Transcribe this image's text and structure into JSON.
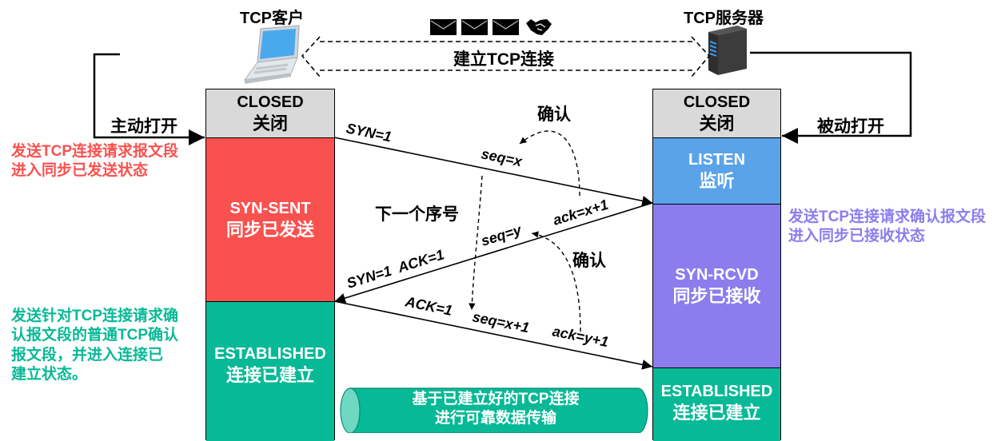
{
  "client": {
    "title": "TCP客户",
    "icon": "laptop-icon"
  },
  "server": {
    "title": "TCP服务器",
    "icon": "server-icon"
  },
  "connection": {
    "label": "建立TCP连接",
    "icons": [
      "envelope-icon",
      "envelope-icon",
      "envelope-icon",
      "handshake-icon"
    ]
  },
  "client_open_label": "主动打开",
  "server_open_label": "被动打开",
  "client_states": [
    {
      "en": "CLOSED",
      "zh": "关闭",
      "color": "#d9d9d9"
    },
    {
      "en": "SYN-SENT",
      "zh": "同步已发送",
      "color": "#f9514f"
    },
    {
      "en": "ESTABLISHED",
      "zh": "连接已建立",
      "color": "#07b996"
    }
  ],
  "server_states": [
    {
      "en": "CLOSED",
      "zh": "关闭",
      "color": "#d9d9d9"
    },
    {
      "en": "LISTEN",
      "zh": "监听",
      "color": "#5ba3e8"
    },
    {
      "en": "SYN-RCVD",
      "zh": "同步已接收",
      "color": "#8b7ded"
    },
    {
      "en": "ESTABLISHED",
      "zh": "连接已建立",
      "color": "#07b996"
    }
  ],
  "notes": {
    "client_syn": {
      "lines": [
        "发送TCP连接请求报文段",
        "进入同步已发送状态"
      ],
      "color": "#f9514f"
    },
    "server_synack": {
      "lines": [
        "发送TCP连接请求确认报文段",
        "进入同步已接收状态"
      ],
      "color": "#8b7ded"
    },
    "client_ack": {
      "lines": [
        "发送针对TCP连接请求确",
        "认报文段的普通TCP确认",
        "报文段，并进入连接已",
        "建立状态。"
      ],
      "color": "#07b996"
    }
  },
  "messages": {
    "m1": {
      "syn": "SYN=1",
      "seq": "seq=x"
    },
    "m2": {
      "flags": "SYN=1  ACK=1",
      "seq": "seq=y",
      "ack": "ack=x+1"
    },
    "m3": {
      "ack_flag": "ACK=1",
      "seq": "seq=x+1",
      "ack": "ack=y+1"
    }
  },
  "annotations": {
    "confirm1": "确认",
    "confirm2": "确认",
    "next_seq": "下一个序号"
  },
  "pipe": {
    "lines": [
      "基于已建立好的TCP连接",
      "进行可靠数据传输"
    ],
    "color": "#07b996"
  }
}
